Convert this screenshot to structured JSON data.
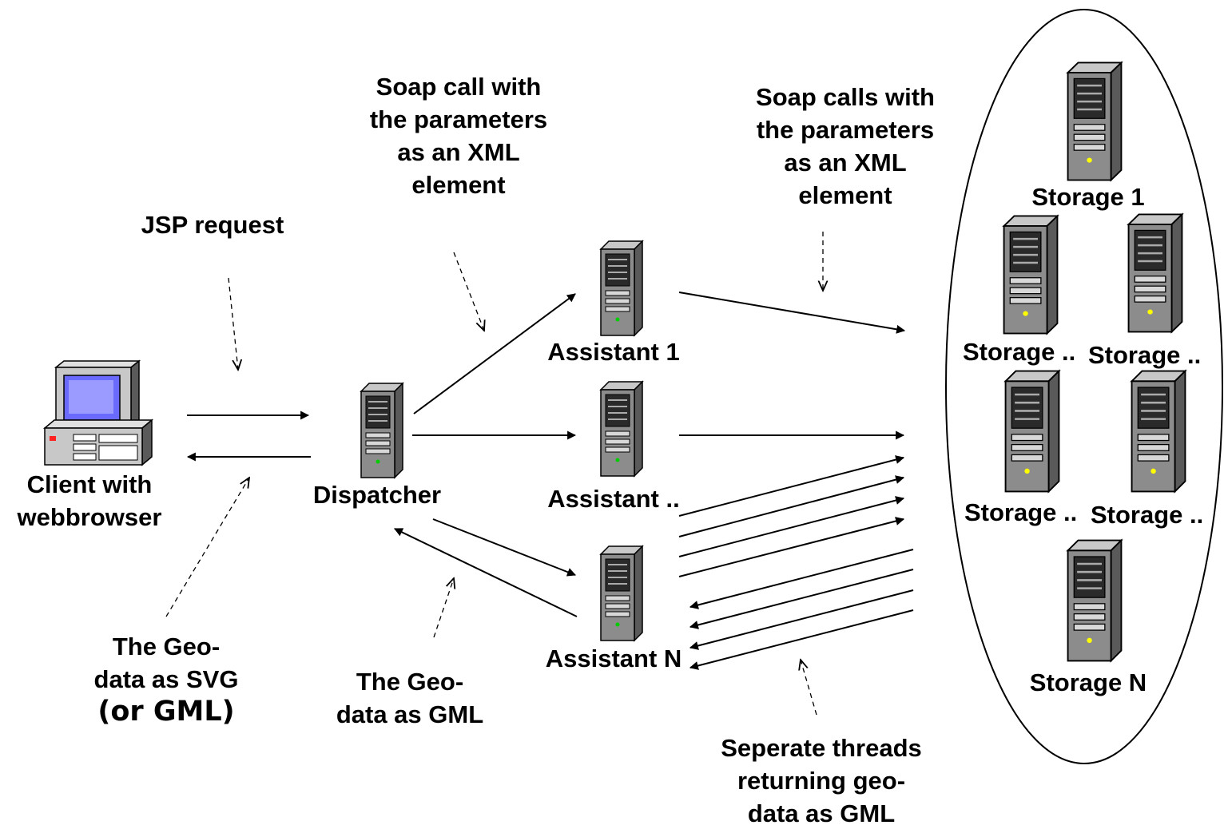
{
  "nodes": {
    "client": {
      "label_lines": [
        "Client with",
        "webbrowser"
      ],
      "icon": "desktop-computer-icon"
    },
    "dispatcher": {
      "label": "Dispatcher",
      "icon": "server-tower-icon"
    },
    "assistant_1": {
      "label": "Assistant 1",
      "icon": "server-tower-icon"
    },
    "assistant_mid": {
      "label": "Assistant ..",
      "icon": "server-tower-icon"
    },
    "assistant_n": {
      "label": "Assistant N",
      "icon": "server-tower-icon"
    },
    "storage_1": {
      "label": "Storage 1",
      "icon": "server-tower-icon"
    },
    "storage_2": {
      "label": "Storage ..",
      "icon": "server-tower-icon"
    },
    "storage_3": {
      "label": "Storage ..",
      "icon": "server-tower-icon"
    },
    "storage_4": {
      "label": "Storage ..",
      "icon": "server-tower-icon"
    },
    "storage_5": {
      "label": "Storage ..",
      "icon": "server-tower-icon"
    },
    "storage_n": {
      "label": "Storage N",
      "icon": "server-tower-icon"
    }
  },
  "annotations": {
    "jsp_request": "JSP request",
    "soap_call": [
      "Soap call with",
      "the parameters",
      "as an XML",
      "element"
    ],
    "soap_calls": [
      "Soap calls with",
      "the parameters",
      "as an XML",
      "element"
    ],
    "geo_svg": [
      "The Geo-",
      "data as SVG"
    ],
    "geo_svg_alt": "(or GML)",
    "geo_gml": [
      "The Geo-",
      "data as GML"
    ],
    "threads": [
      "Seperate threads",
      "returning geo-",
      "data as GML"
    ]
  },
  "colors": {
    "line": "#000000",
    "server_body": "#8c8c8c",
    "server_side": "#5a5a5a",
    "server_top": "#c8c8c8",
    "computer_beige": "#c8c8c8",
    "screen": "#6a6aff"
  }
}
